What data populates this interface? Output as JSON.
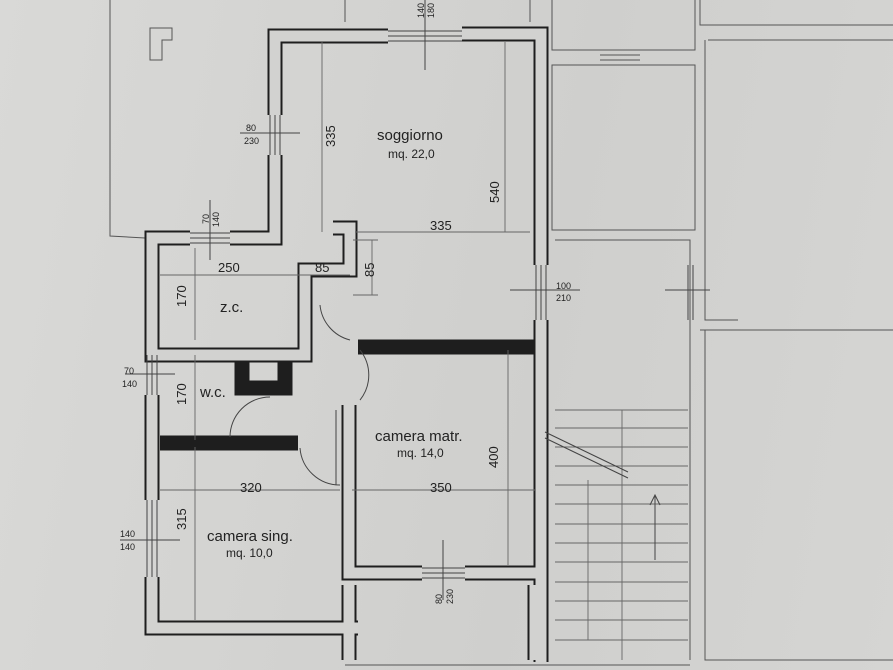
{
  "rooms": {
    "soggiorno": {
      "name": "soggiorno",
      "area": "mq. 22,0"
    },
    "zc": {
      "name": "z.c."
    },
    "wc": {
      "name": "w.c."
    },
    "camera_matr": {
      "name": "camera matr.",
      "area": "mq. 14,0"
    },
    "camera_sing": {
      "name": "camera sing.",
      "area": "mq. 10,0"
    }
  },
  "dimensions": {
    "sogg_h": "335",
    "sogg_w": "335",
    "sogg_540": "540",
    "zc_250": "250",
    "zc_85": "85",
    "v_85": "85",
    "zc_170": "170",
    "wc_170": "170",
    "sing_320": "320",
    "matr_350": "350",
    "matr_400": "400",
    "sing_315": "315"
  },
  "openings": {
    "top": [
      "140",
      "180"
    ],
    "sogg_left": [
      "80",
      "230"
    ],
    "zc_top": [
      "70",
      "140"
    ],
    "entry": [
      "100",
      "210"
    ],
    "wc_left": [
      "70",
      "140"
    ],
    "sing_left": [
      "140",
      "140"
    ],
    "matr_bottom": [
      "80",
      "230"
    ]
  }
}
